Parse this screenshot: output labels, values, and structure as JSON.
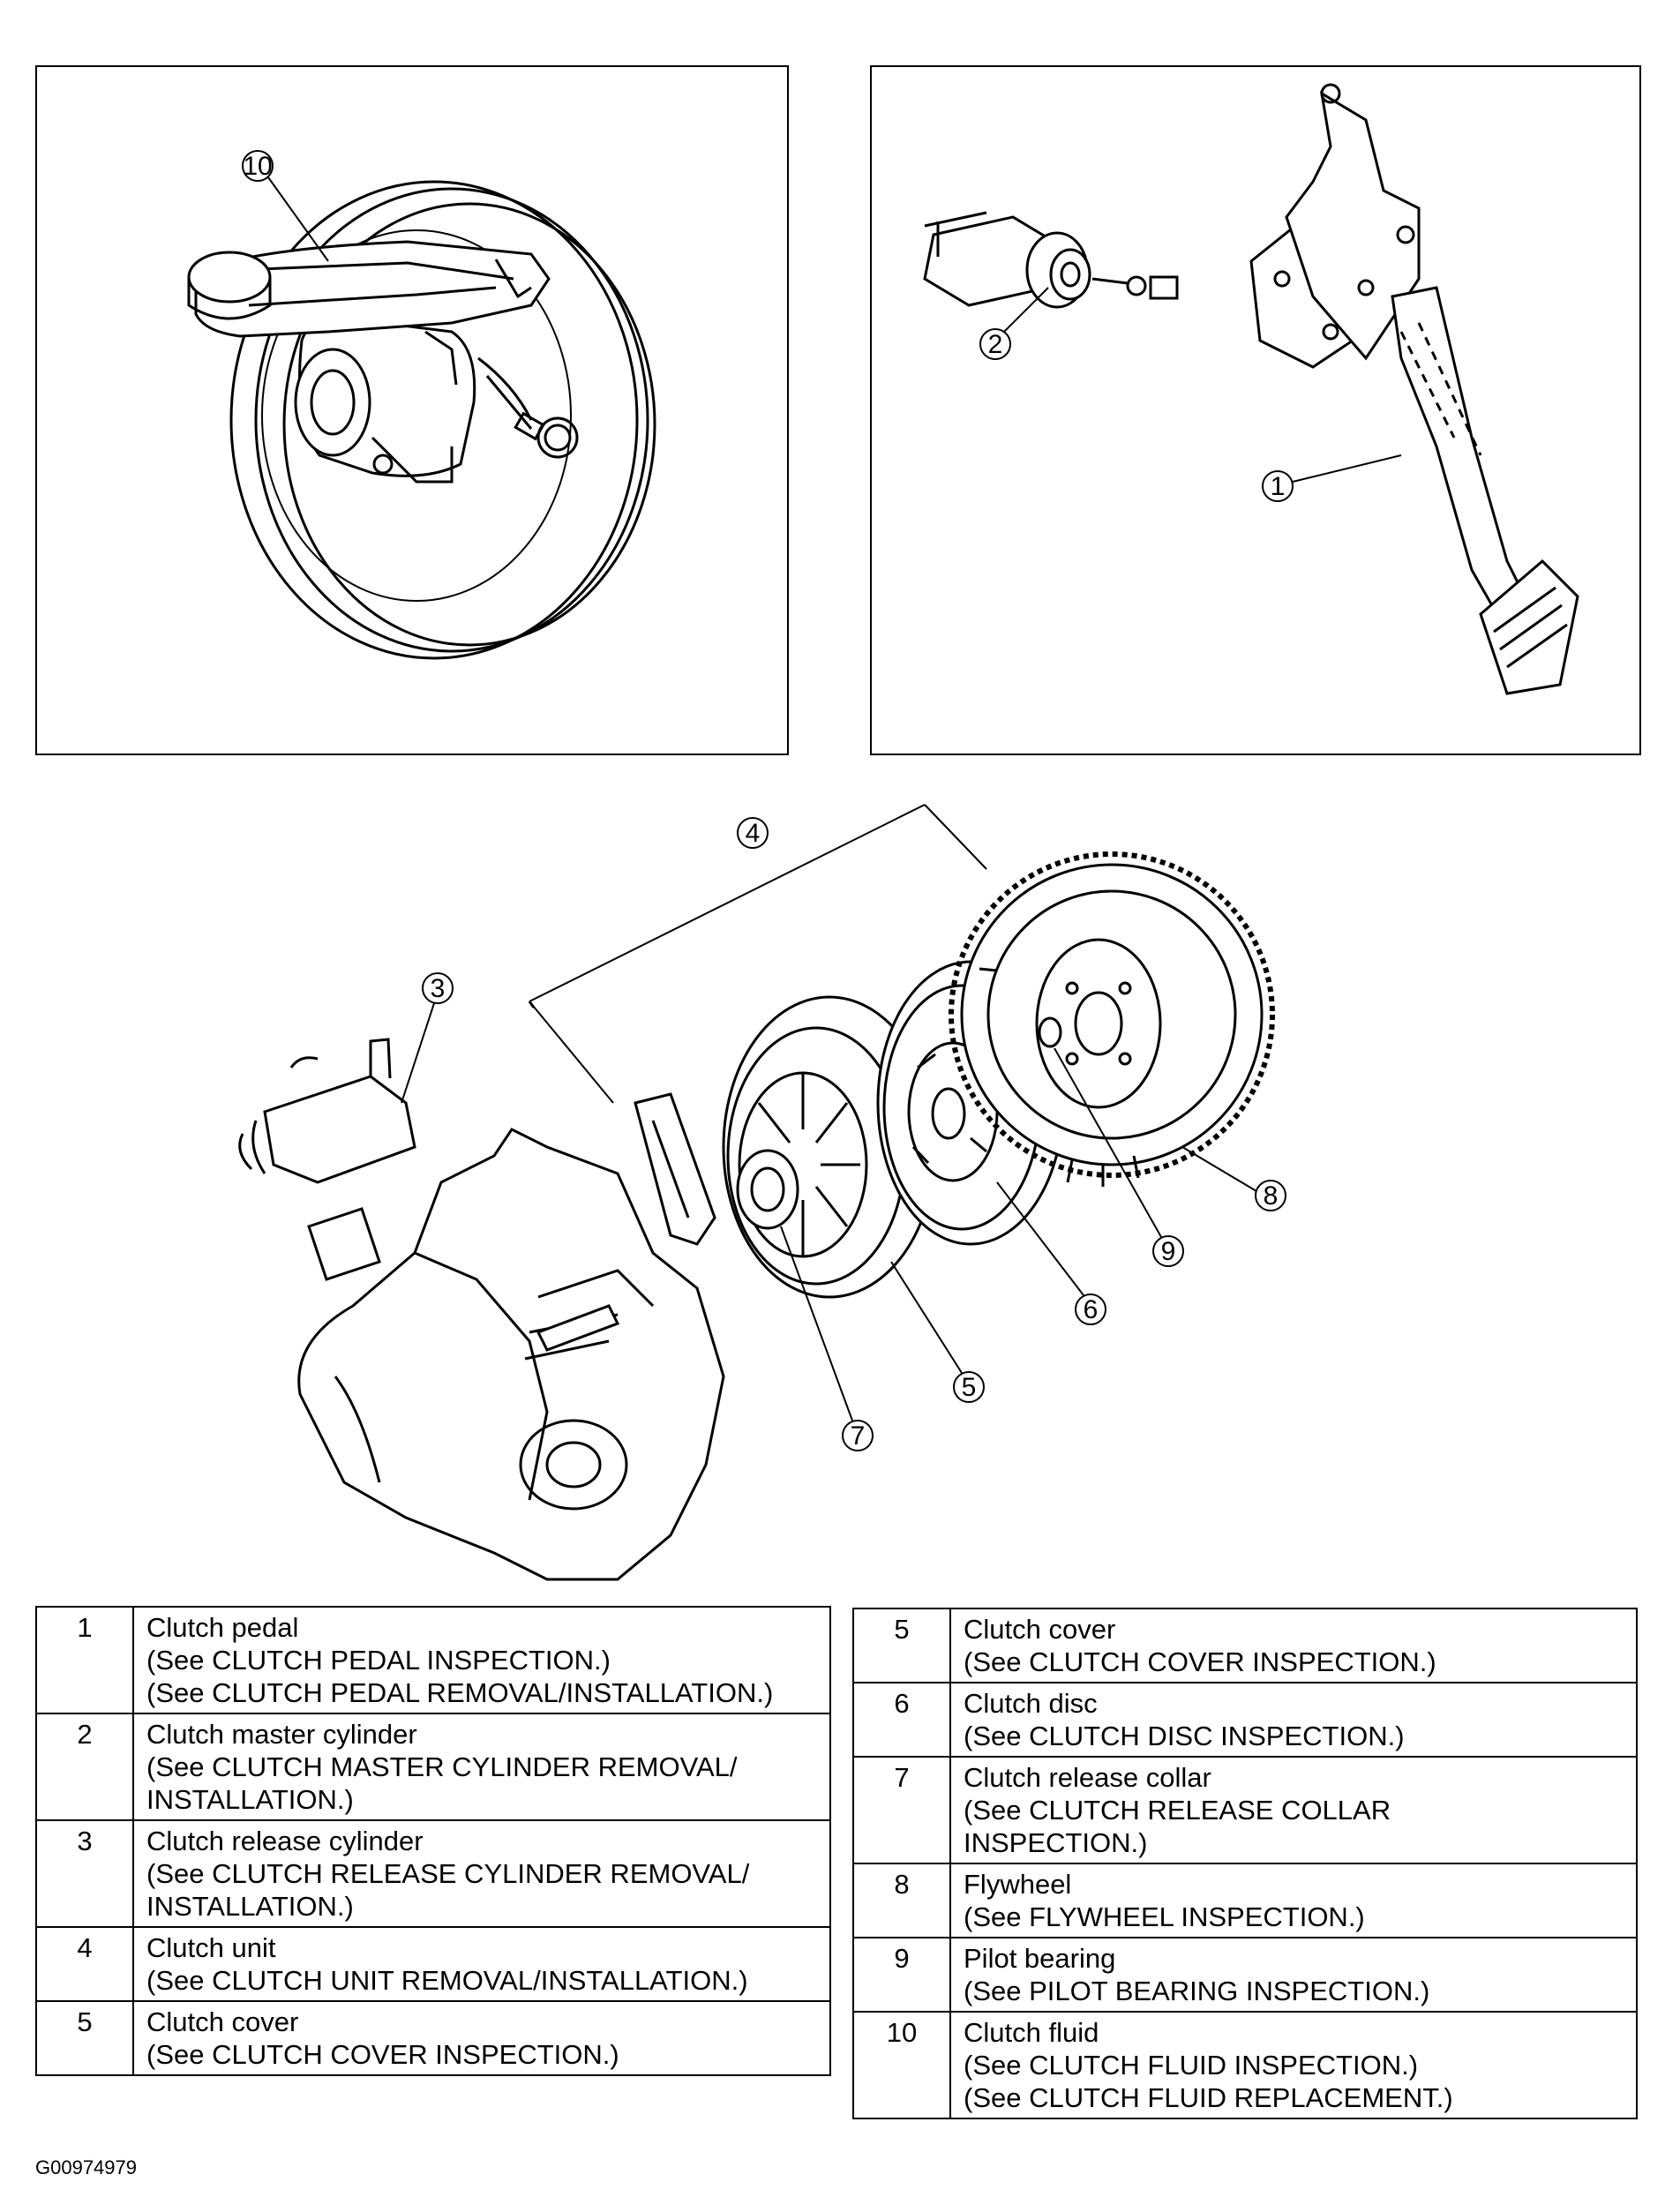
{
  "callouts": {
    "c1": "1",
    "c2": "2",
    "c3": "3",
    "c4": "4",
    "c5": "5",
    "c6": "6",
    "c7": "7",
    "c8": "8",
    "c9": "9",
    "c10": "10"
  },
  "table_left": [
    {
      "num": "1",
      "lines": [
        "Clutch pedal",
        "(See CLUTCH PEDAL INSPECTION.)",
        "(See CLUTCH PEDAL REMOVAL/INSTALLATION.)"
      ]
    },
    {
      "num": "2",
      "lines": [
        "Clutch master cylinder",
        "(See CLUTCH MASTER CYLINDER REMOVAL/",
        "INSTALLATION.)"
      ]
    },
    {
      "num": "3",
      "lines": [
        "Clutch release cylinder",
        "(See CLUTCH RELEASE CYLINDER REMOVAL/",
        "INSTALLATION.)"
      ]
    },
    {
      "num": "4",
      "lines": [
        "Clutch unit",
        "(See CLUTCH UNIT REMOVAL/INSTALLATION.)"
      ]
    },
    {
      "num": "5",
      "lines": [
        "Clutch cover",
        "(See CLUTCH COVER INSPECTION.)"
      ]
    }
  ],
  "table_right": [
    {
      "num": "5",
      "lines": [
        "Clutch cover",
        "(See CLUTCH COVER INSPECTION.)"
      ]
    },
    {
      "num": "6",
      "lines": [
        "Clutch disc",
        "(See CLUTCH DISC INSPECTION.)"
      ]
    },
    {
      "num": "7",
      "lines": [
        "Clutch release collar",
        "(See CLUTCH RELEASE COLLAR",
        "INSPECTION.)"
      ]
    },
    {
      "num": "8",
      "lines": [
        "Flywheel",
        "(See FLYWHEEL INSPECTION.)"
      ]
    },
    {
      "num": "9",
      "lines": [
        "Pilot bearing",
        "(See PILOT BEARING INSPECTION.)"
      ]
    },
    {
      "num": "10",
      "lines": [
        "Clutch fluid",
        "(See CLUTCH FLUID INSPECTION.)",
        "(See CLUTCH FLUID REPLACEMENT.)"
      ]
    }
  ],
  "figure_id": "G00974979"
}
